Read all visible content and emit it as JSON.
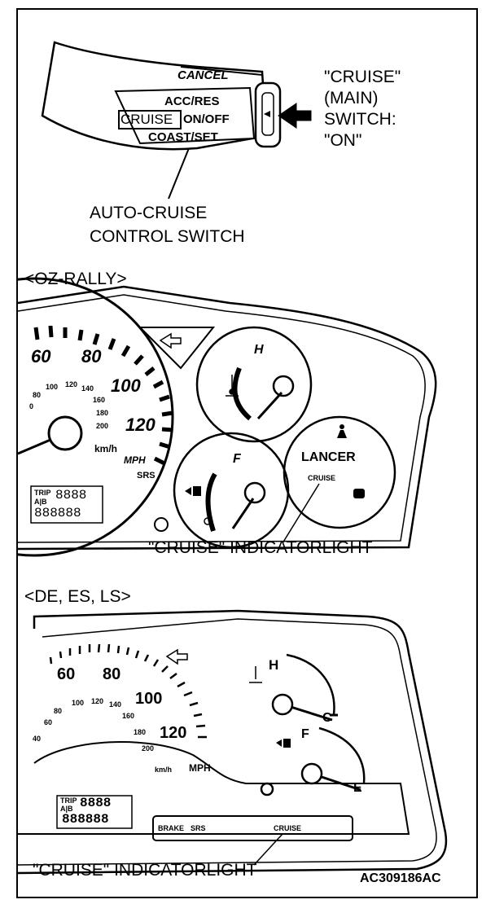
{
  "switch_panel": {
    "cancel": "CANCEL",
    "acc_res": "ACC/RES",
    "cruise": "CRUISE",
    "on_off": "ON/OFF",
    "coast_set": "COAST/SET"
  },
  "callouts": {
    "main_switch": [
      "\"CRUISE\"",
      "(MAIN)",
      "SWITCH:",
      "\"ON\""
    ],
    "control_switch": [
      "AUTO-CRUISE",
      "CONTROL SWITCH"
    ],
    "indicator_light": "\"CRUISE\" INDICATORLIGHT"
  },
  "sections": {
    "oz_rally": "<OZ-RALLY>",
    "de_es_ls": "<DE, ES, LS>"
  },
  "gauge_oz": {
    "speeds_kmh": [
      "60",
      "80",
      "100",
      "120"
    ],
    "speeds_mph_small": [
      "0",
      "80",
      "100",
      "120",
      "140",
      "160",
      "180",
      "200"
    ],
    "unit_kmh": "km/h",
    "unit_mph": "MPH",
    "srs": "SRS",
    "trip": "TRIP",
    "ab": "A|B",
    "temp_h": "H",
    "fuel_f": "F",
    "lancer": "LANCER",
    "cruise_small": "CRUISE"
  },
  "gauge_de": {
    "speeds_kmh": [
      "60",
      "80",
      "100",
      "120"
    ],
    "speeds_mph_small": [
      "40",
      "60",
      "80",
      "100",
      "120",
      "140",
      "160",
      "180",
      "200"
    ],
    "unit_kmh": "km/h",
    "unit_mph": "MPH",
    "temp_h": "H",
    "temp_c": "C",
    "fuel_f": "F",
    "fuel_e": "E",
    "trip": "TRIP",
    "ab": "A|B",
    "warn": [
      "BRAKE",
      "SRS",
      "CRUISE"
    ]
  },
  "figure_code": "AC309186AC"
}
